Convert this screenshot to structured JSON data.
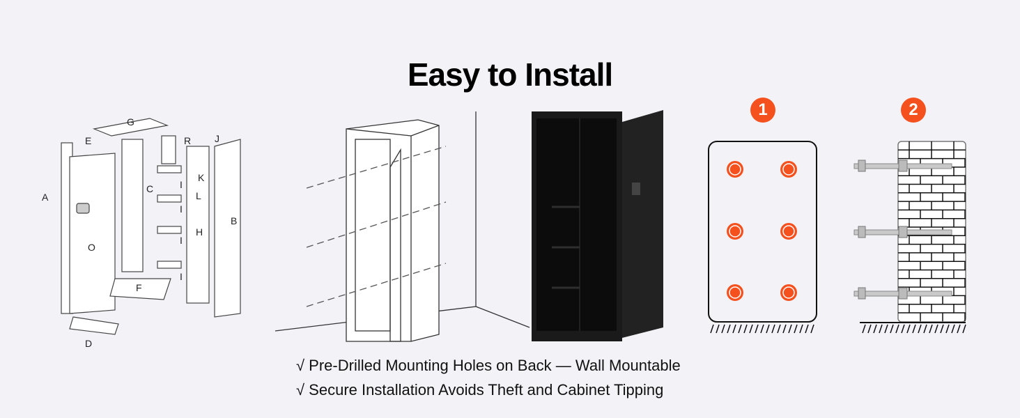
{
  "title": "Easy to Install",
  "features": [
    "√ Pre-Drilled Mounting Holes on Back — Wall Mountable",
    "√ Secure Installation Avoids Theft and Cabinet Tipping"
  ],
  "parts_labels": [
    "G",
    "E",
    "R",
    "J",
    "A",
    "C",
    "K",
    "L",
    "I",
    "I",
    "I",
    "I",
    "H",
    "B",
    "O",
    "F",
    "D"
  ],
  "steps": [
    "1",
    "2"
  ],
  "colors": {
    "accent": "#f5511f",
    "background": "#f3f2f7"
  }
}
